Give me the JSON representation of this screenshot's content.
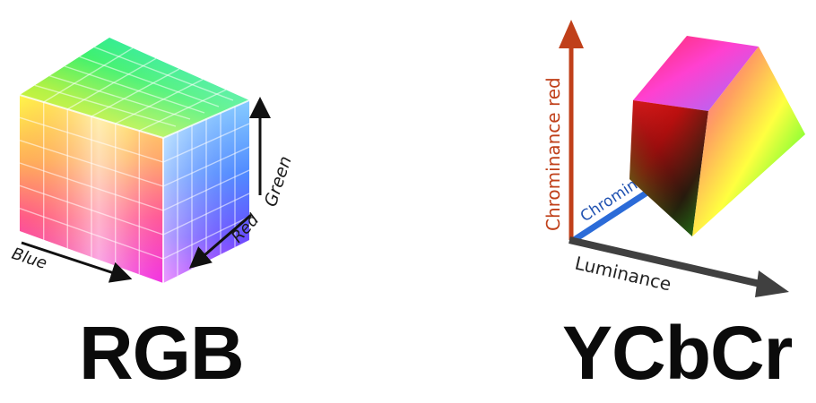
{
  "rgb": {
    "title": "RGB",
    "axis_blue": "Blue",
    "axis_red": "Red",
    "axis_green": "Green"
  },
  "ycbcr": {
    "title": "YCbCr",
    "axis_luminance": "Luminance",
    "axis_chroma_blue": "Chrominance",
    "axis_chroma_red": "Chrominance red"
  },
  "colors": {
    "chroma_red_axis": "#c0401a",
    "chroma_blue_axis": "#2b6bd8",
    "luminance_axis": "#404040",
    "label_text": "#1a1a1a"
  }
}
